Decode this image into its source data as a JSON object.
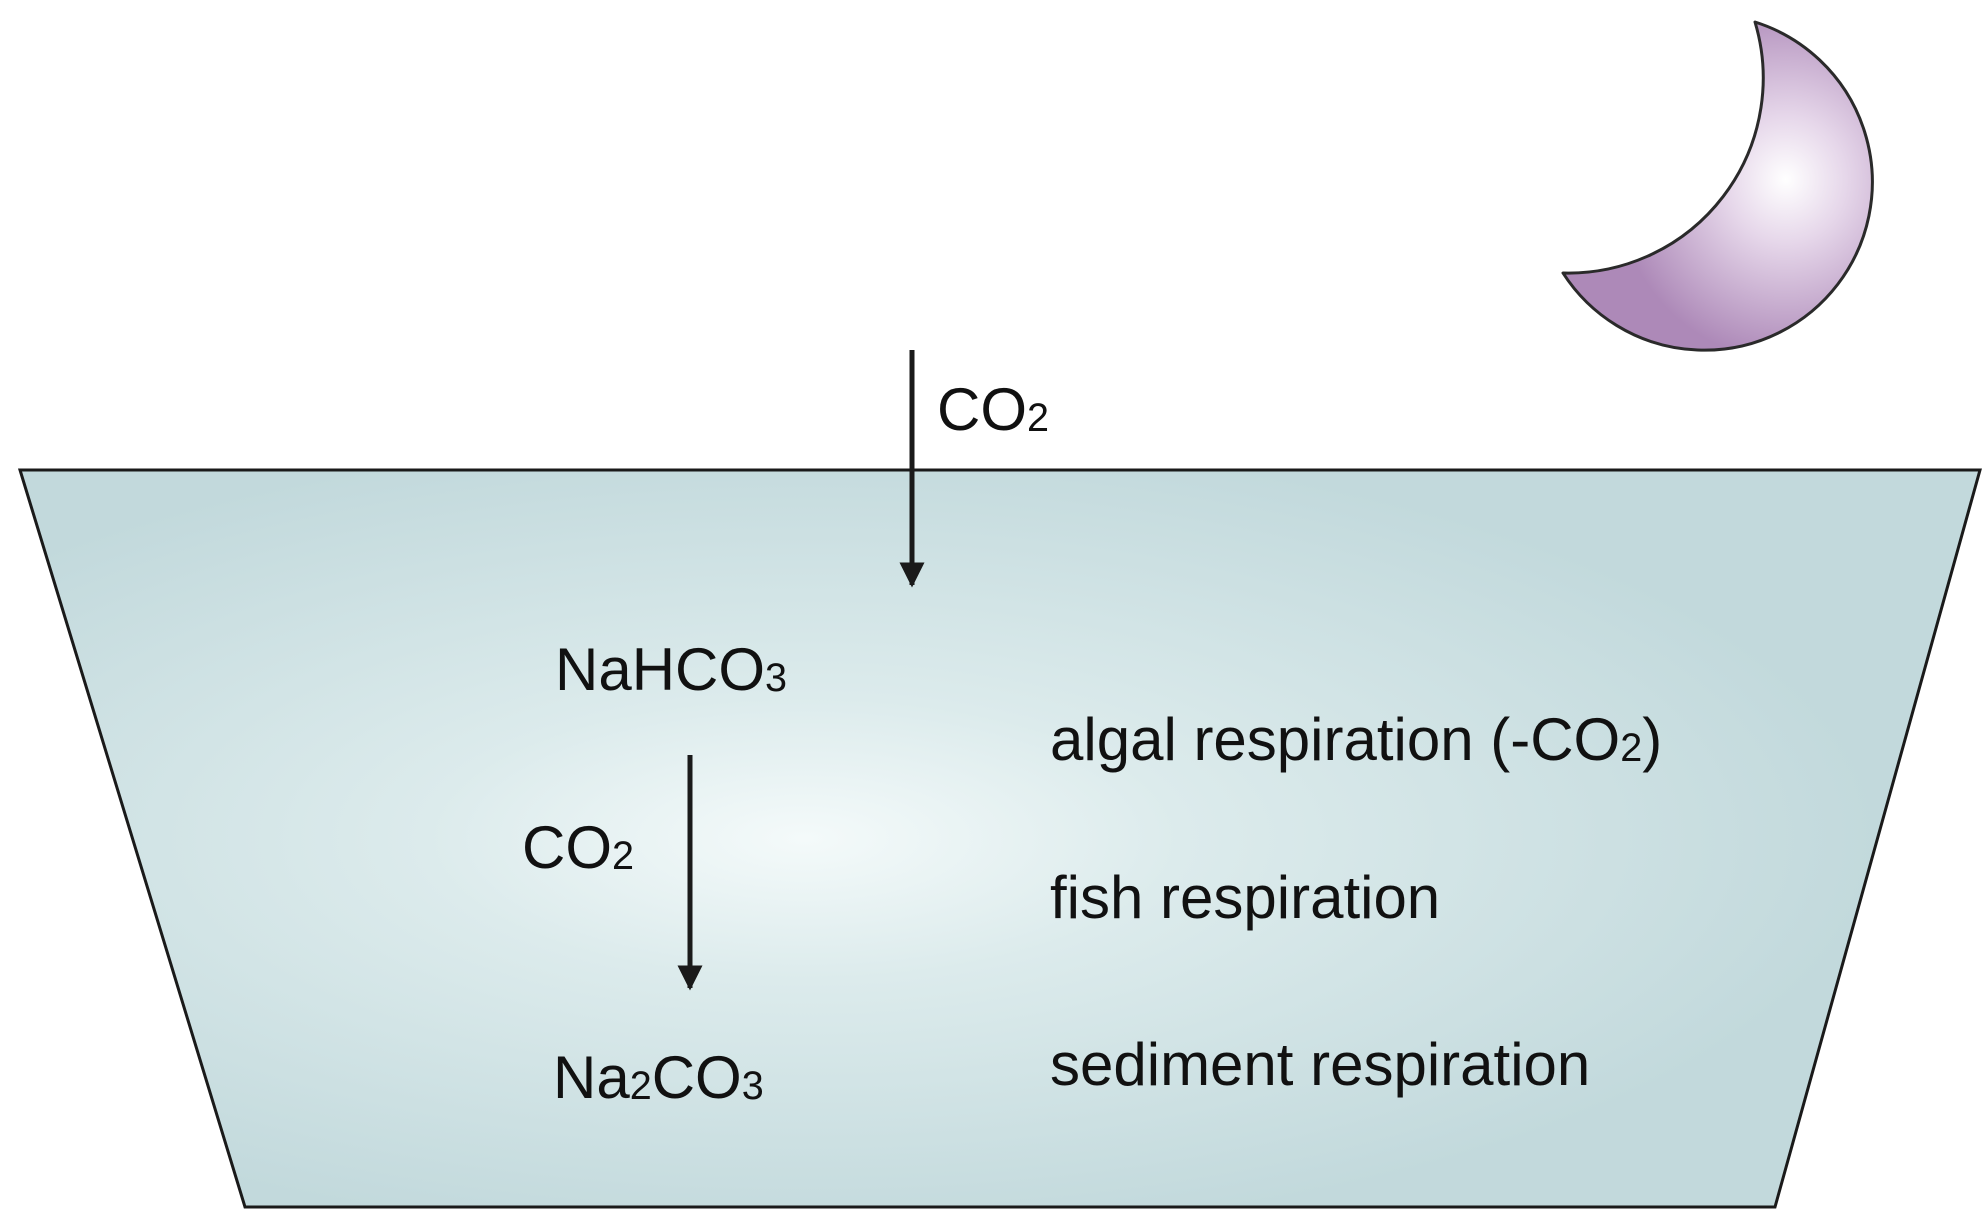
{
  "labels": {
    "co2_air": {
      "main": "CO",
      "sub": "2"
    },
    "nahco3": {
      "main": "NaHCO",
      "sub": "3"
    },
    "co2_water": {
      "main": "CO",
      "sub": "2"
    },
    "na2co3": {
      "pre": "Na",
      "sub": "2",
      "post": "CO",
      "sub2": "3"
    },
    "algal": {
      "main": "algal respiration (-CO",
      "sub": "2",
      "tail": ")"
    },
    "fish": "fish respiration",
    "sediment": "sediment respiration"
  },
  "colors": {
    "water": "#c2d9dc",
    "water_glow": "#f4fafa",
    "stroke": "#1a1a1a",
    "moon": "#b18fbb",
    "moon_highlight": "#ffffff"
  },
  "icons": {
    "moon": "crescent-moon-icon"
  }
}
